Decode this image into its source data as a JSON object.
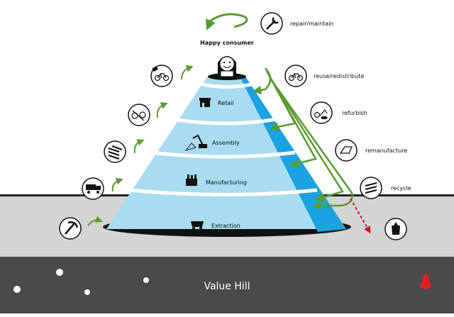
{
  "title": "Value Hill",
  "top_label": "Happy consumer",
  "layers": [
    {
      "label": "Retail",
      "icon": "shop-icon"
    },
    {
      "label": "Assembly",
      "icon": "robot-arm-icon"
    },
    {
      "label": "Manufacturing",
      "icon": "factory-icon"
    },
    {
      "label": "Extraction",
      "icon": "mine-cart-icon"
    }
  ],
  "loops": [
    {
      "label": "repair/maintain",
      "icon": "wrench-icon"
    },
    {
      "label": "reuse/redistribute",
      "icon": "bicycle-icon"
    },
    {
      "label": "refurbish",
      "icon": "broken-bicycle-icon"
    },
    {
      "label": "remanufacture",
      "icon": "bike-frame-icon"
    },
    {
      "label": "recycle",
      "icon": "tubes-icon"
    }
  ],
  "left_stage_icons": [
    "pickaxe-icon",
    "dump-truck-icon",
    "steel-bars-icon",
    "bike-parts-icon",
    "new-bicycle-icon"
  ],
  "colors": {
    "hill_light": "#a9dcf1",
    "hill_dark": "#1aa3e0",
    "arrow_green": "#5a9b32",
    "ground": "#d4d4d4",
    "underground": "#4a4a4a",
    "waste_arrow": "#c0201c",
    "waste_bag": "#e02020"
  }
}
